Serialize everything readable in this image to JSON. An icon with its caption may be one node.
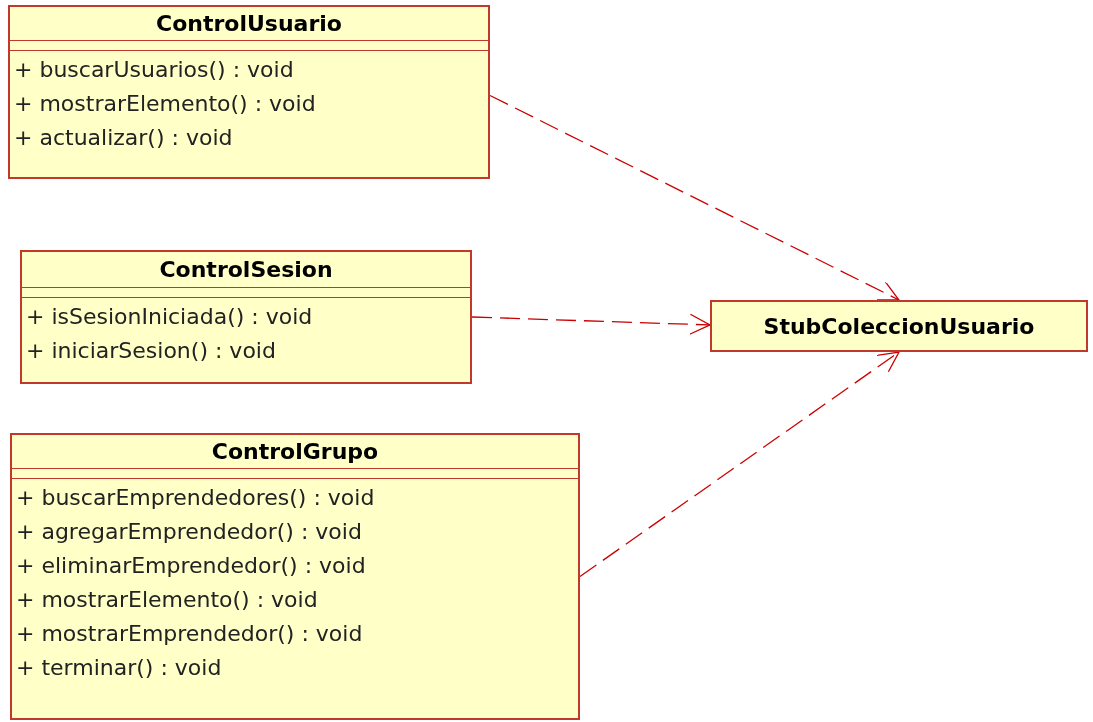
{
  "diagram": {
    "nodes": [
      {
        "text": [
          "ControlUsuario",
          "+ buscarUsuarios() : void",
          "+ mostrarElemento() : void",
          "+ actualizar() : void"
        ]
      },
      {
        "text": [
          "ControlSesion",
          "+ isSesionIniciada() : void",
          "+ iniciarSesion() : void"
        ]
      },
      {
        "text": [
          "ControlGrupo",
          "+ buscarEmprendedores() : void",
          "+ agregarEmprendedor() : void",
          "+ eliminarEmprendedor() : void",
          "+ mostrarElemento() : void",
          "+ mostrarEmprendedor() : void",
          "+ terminar() : void"
        ]
      },
      {
        "text": [
          "StubColeccionUsuario"
        ]
      }
    ],
    "edges": [
      {
        "from": 0,
        "to": 3,
        "arrow": "to",
        "style": "dashed",
        "color": "#cc0000"
      },
      {
        "from": 1,
        "to": 3,
        "arrow": "to",
        "style": "dashed",
        "color": "#cc0000"
      },
      {
        "from": 2,
        "to": 3,
        "arrow": "to",
        "style": "dashed",
        "color": "#cc0000"
      }
    ]
  }
}
